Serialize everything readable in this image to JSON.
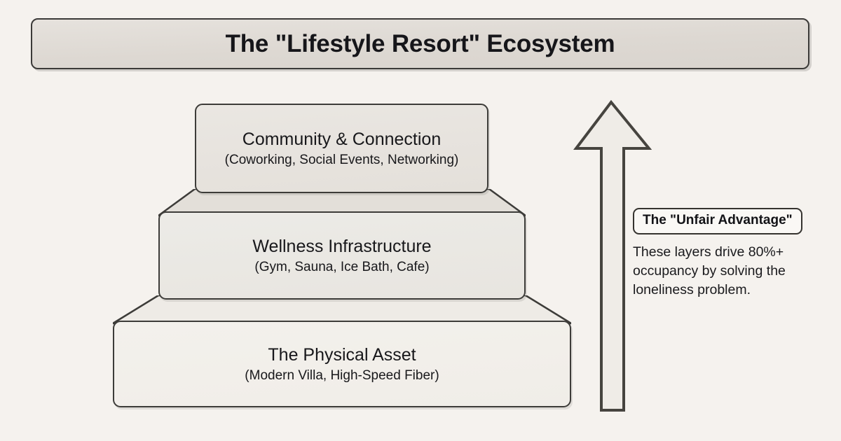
{
  "header": {
    "title": "The \"Lifestyle Resort\" Ecosystem"
  },
  "pyramid": {
    "layers": [
      {
        "id": "community-connection",
        "title": "Community & Connection",
        "subtitle": "(Coworking, Social Events, Networking)"
      },
      {
        "id": "wellness-infrastructure",
        "title": "Wellness Infrastructure",
        "subtitle": "(Gym, Sauna, Ice Bath, Cafe)"
      },
      {
        "id": "physical-asset",
        "title": "The Physical Asset",
        "subtitle": "(Modern Villa, High-Speed Fiber)"
      }
    ]
  },
  "arrow": {
    "name": "upward-growth-arrow",
    "direction": "up"
  },
  "callout": {
    "badge": "The \"Unfair Advantage\"",
    "body": "These layers drive 80%+ occupancy by solving the loneliness problem."
  },
  "colors": {
    "background": "#f5f2ee",
    "stroke": "#3d3c39",
    "banner_fill": "#e0dbd5",
    "layer_fill": "#e9e5e0",
    "text": "#18181b"
  }
}
